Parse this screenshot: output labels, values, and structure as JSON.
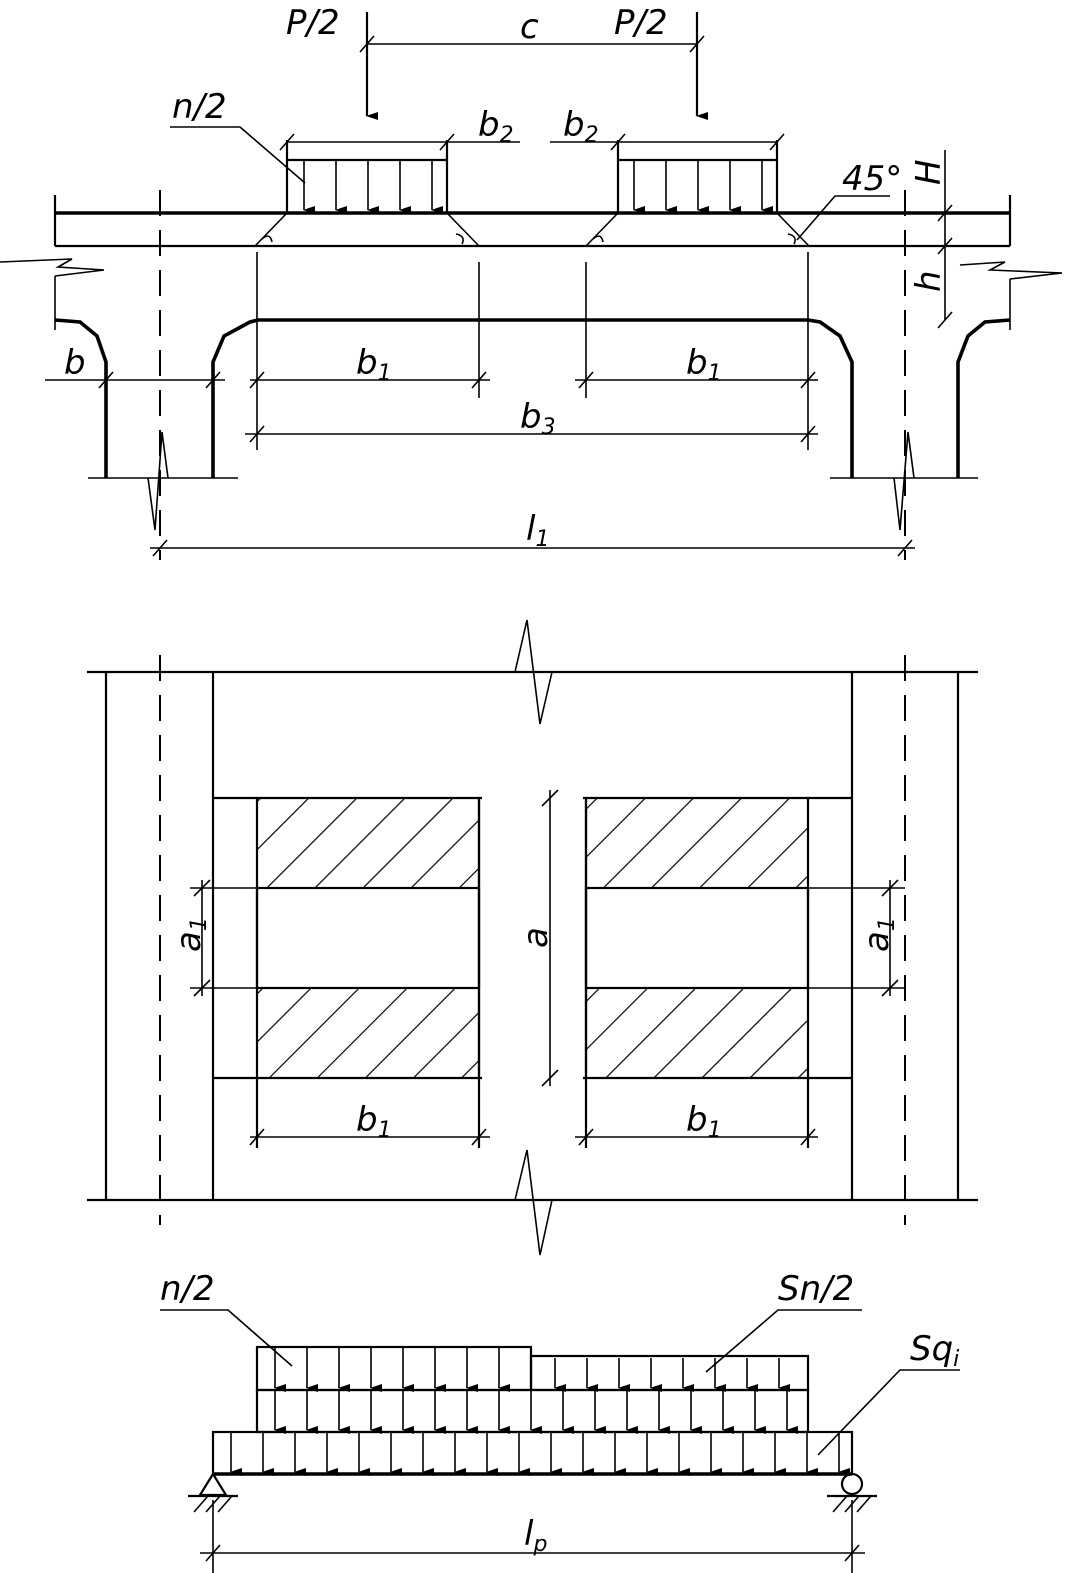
{
  "cross_section": {
    "load_left": "P/2",
    "load_right": "P/2",
    "load_spacing": "c",
    "distributed_load": "n/2",
    "b2_left": {
      "base": "b",
      "sub": "2"
    },
    "b2_right": {
      "base": "b",
      "sub": "2"
    },
    "angle": "45°",
    "H": "H",
    "h": "h",
    "b": "b",
    "b1_left": {
      "base": "b",
      "sub": "1"
    },
    "b1_right": {
      "base": "b",
      "sub": "1"
    },
    "b3": {
      "base": "b",
      "sub": "3"
    },
    "l1": {
      "base": "l",
      "sub": "1"
    }
  },
  "plan": {
    "a1_left": {
      "base": "a",
      "sub": "1"
    },
    "a": "a",
    "a1_right": {
      "base": "a",
      "sub": "1"
    },
    "b1_left": {
      "base": "b",
      "sub": "1"
    },
    "b1_right": {
      "base": "b",
      "sub": "1"
    }
  },
  "beam": {
    "load_n2": "n/2",
    "load_sn2": "Sn/2",
    "load_sqi": {
      "base": "Sq",
      "sub": "i"
    },
    "span": {
      "base": "l",
      "sub": "p"
    }
  }
}
